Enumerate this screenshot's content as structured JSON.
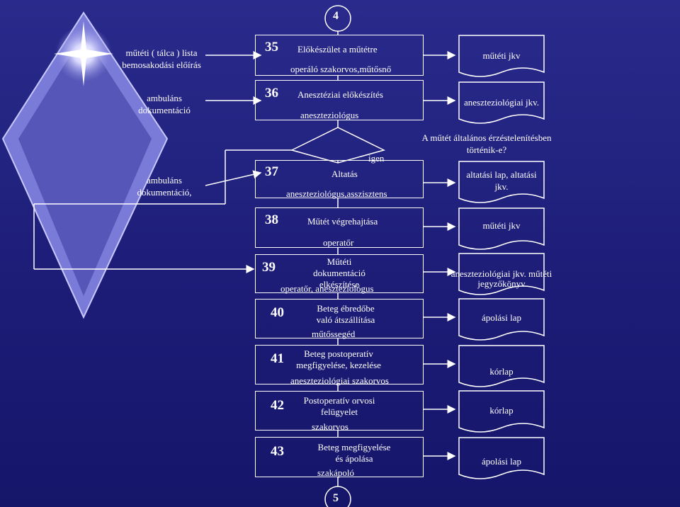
{
  "connectors": {
    "top": "4",
    "bottom": "5"
  },
  "steps": [
    {
      "num": "35",
      "title": "Előkészület a műtétre",
      "role": "operáló szakorvos,műtősnő",
      "output": "műtéti jkv"
    },
    {
      "num": "36",
      "title": "Anesztéziai előkészítés",
      "role": "aneszteziológus",
      "output": "aneszteziológiai jkv."
    },
    {
      "num": "37",
      "title": "Altatás",
      "role": "aneszteziológus,asszisztens",
      "output": "altatási lap, altatási jkv."
    },
    {
      "num": "38",
      "title": "Műtét végrehajtása",
      "role": "operatőr",
      "output": "műtéti jkv"
    },
    {
      "num": "39",
      "title": "Műtéti dokumentáció elkészítése",
      "role": "operatőr, aneszteziológus",
      "output": "aneszteziológiai jkv. műtéti jegyzőkönyv"
    },
    {
      "num": "40",
      "title": "Beteg ébredőbe való átszállítása",
      "role": "műtőssegéd",
      "output": "ápolási lap"
    },
    {
      "num": "41",
      "title": "Beteg postoperatív megfigyelése, kezelése",
      "role": "aneszteziológiai szakorvos",
      "output": "kórlap"
    },
    {
      "num": "42",
      "title": "Postoperatív orvosi felügyelet",
      "role": "szakorvos",
      "output": "kórlap"
    },
    {
      "num": "43",
      "title": "Beteg megfigyelése és ápolása",
      "role": "szakápoló",
      "output": "ápolási lap"
    }
  ],
  "decision": {
    "question": "A műtét általános érzéstelenítésben történik-e?",
    "yes_label": "igen"
  },
  "inputs": {
    "in35": "műtéti ( tálca ) lista bemosakodási előírás",
    "in36": "ambuláns dokumentáció",
    "in37": "ambuláns dokumentáció,"
  },
  "colors": {
    "background": "#1f1f7a",
    "line": "#ffffff",
    "diamond": "#6f6fd4"
  }
}
